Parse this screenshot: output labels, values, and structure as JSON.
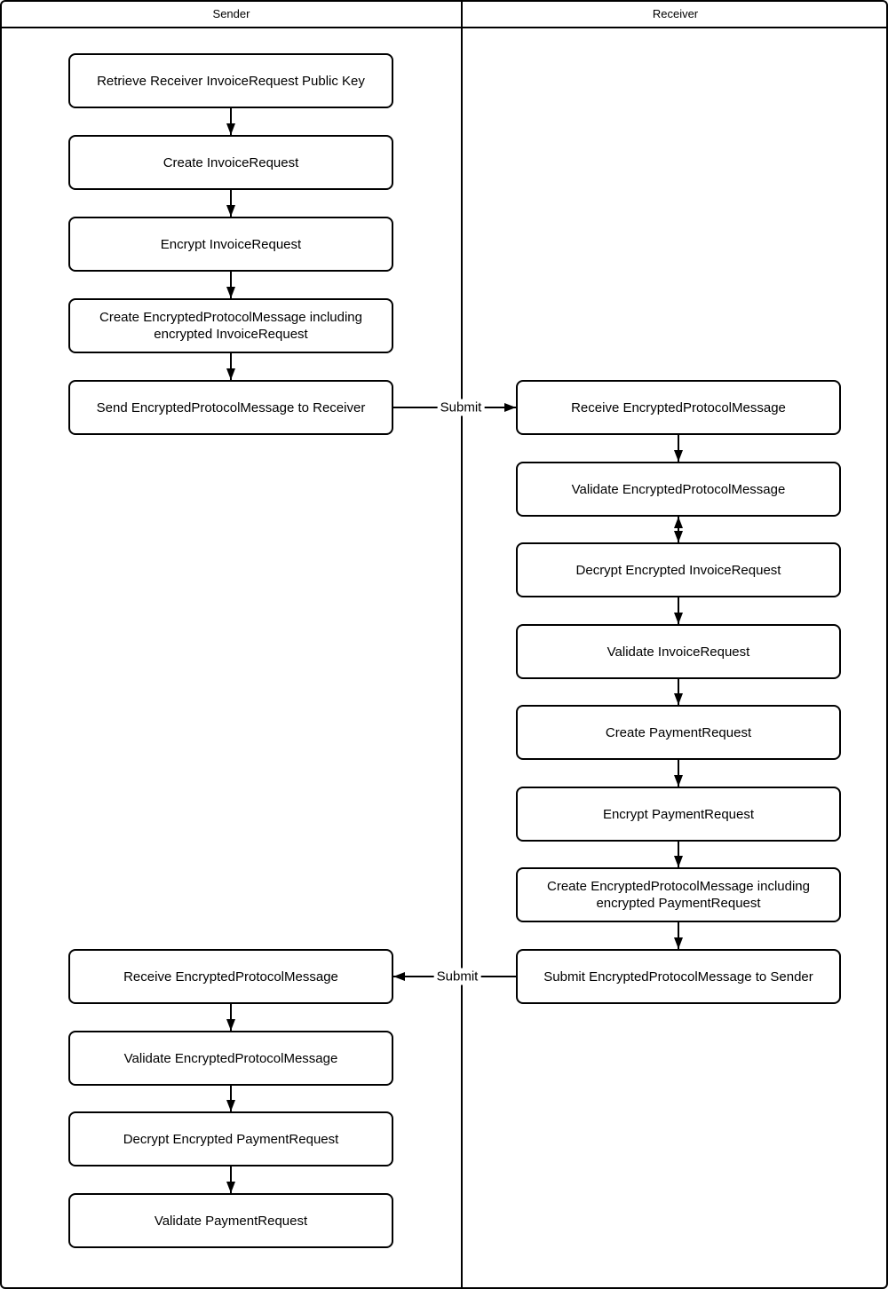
{
  "lanes": [
    {
      "title": "Sender"
    },
    {
      "title": "Receiver"
    }
  ],
  "sender_steps": [
    "Retrieve Receiver InvoiceRequest Public Key",
    "Create InvoiceRequest",
    "Encrypt InvoiceRequest",
    "Create EncryptedProtocolMessage including encrypted InvoiceRequest",
    "Send EncryptedProtocolMessage to Receiver"
  ],
  "receiver_steps": [
    "Receive EncryptedProtocolMessage",
    "Validate EncryptedProtocolMessage",
    "Decrypt Encrypted InvoiceRequest",
    "Validate InvoiceRequest",
    "Create PaymentRequest",
    "Encrypt PaymentRequest",
    "Create EncryptedProtocolMessage including encrypted PaymentRequest",
    "Submit EncryptedProtocolMessage to Sender"
  ],
  "sender_steps_2": [
    "Receive EncryptedProtocolMessage",
    "Validate EncryptedProtocolMessage",
    "Decrypt Encrypted PaymentRequest",
    "Validate PaymentRequest"
  ],
  "edge_labels": {
    "sender_to_receiver": "Submit",
    "receiver_to_sender": "Submit"
  },
  "colors": {
    "stroke": "#000000",
    "fill": "#ffffff",
    "text": "#000000"
  }
}
